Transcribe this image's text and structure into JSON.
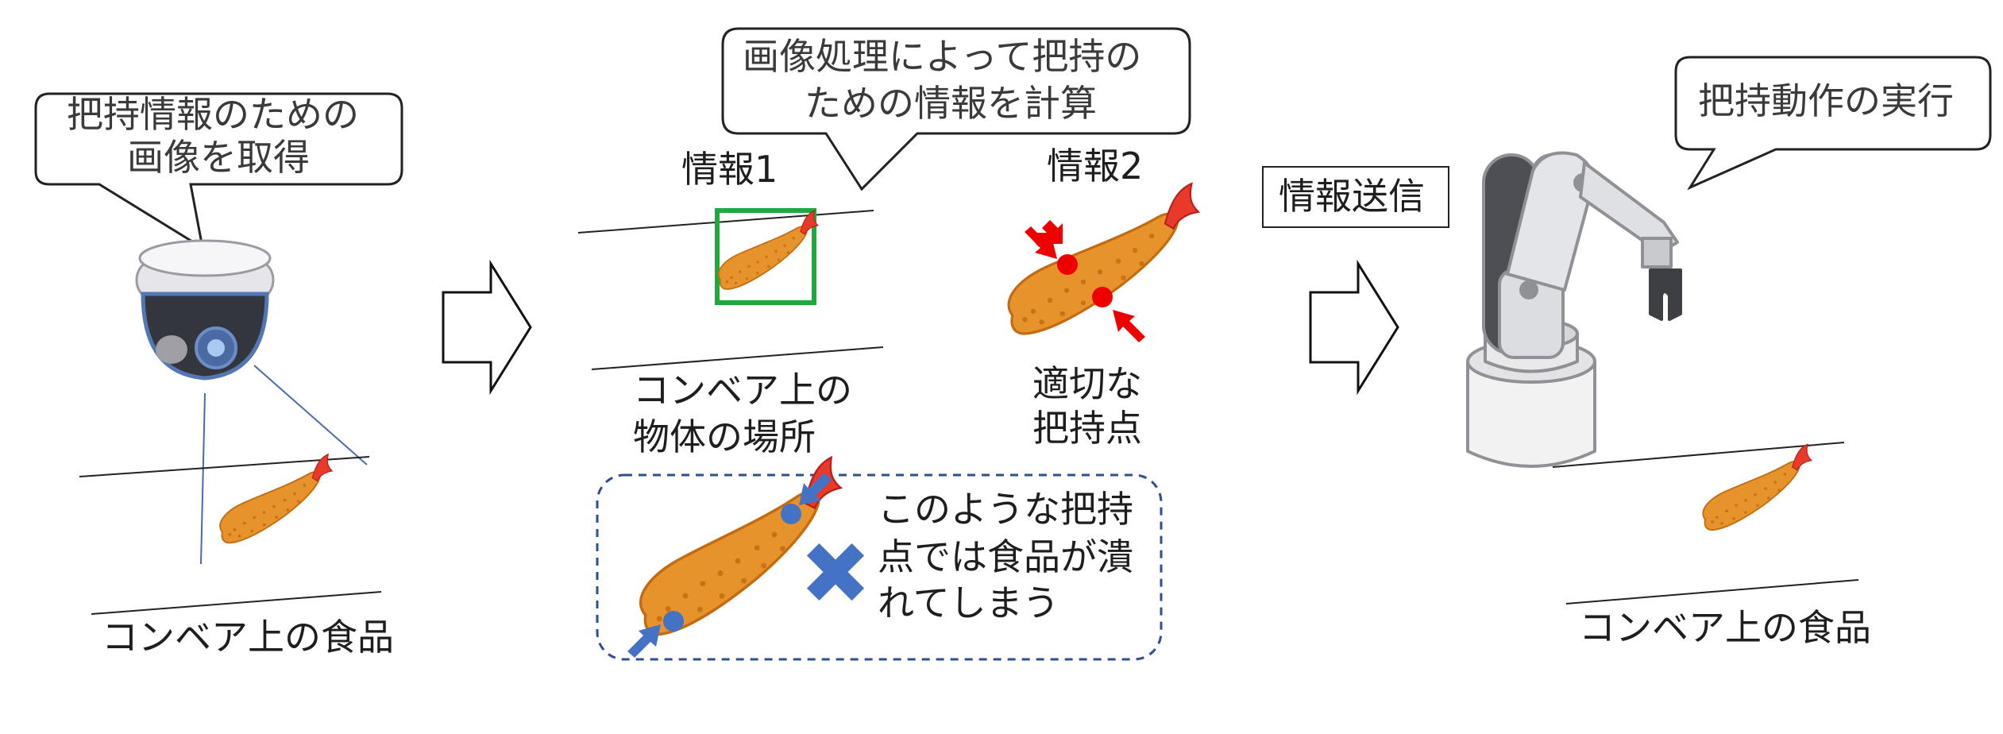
{
  "stage1": {
    "bubble_line1": "把持情報のための",
    "bubble_line2": "画像を取得",
    "caption": "コンベア上の食品",
    "camera_icon": "dome-camera-icon",
    "food_icon": "fried-shrimp-icon"
  },
  "stage2": {
    "bubble_line1": "画像処理によって把持の",
    "bubble_line2": "ための情報を計算",
    "info1": {
      "title": "情報1",
      "caption_line1": "コンベア上の",
      "caption_line2": "物体の場所",
      "box_color": "#1fa83c"
    },
    "info2": {
      "title": "情報2",
      "caption_line1": "適切な",
      "caption_line2": "把持点",
      "point_color": "#ee0000"
    },
    "bad_example": {
      "line1": "このような把持",
      "line2": "点では食品が潰",
      "line3": "れてしまう",
      "mark_icon": "cross-mark-icon",
      "point_color": "#4472c4"
    }
  },
  "transmit": {
    "label": "情報送信"
  },
  "stage3": {
    "bubble": "把持動作の実行",
    "caption": "コンベア上の食品",
    "robot_icon": "robot-arm-icon"
  },
  "arrow_icon": "right-arrow-icon"
}
